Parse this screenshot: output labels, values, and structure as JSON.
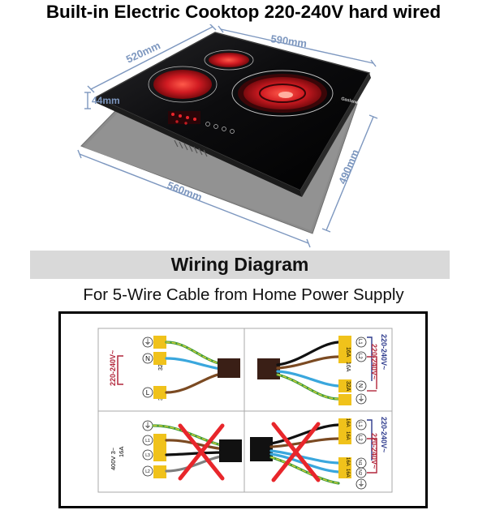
{
  "title": "Built-in Electric Cooktop 220-240V hard wired",
  "dimensions": {
    "width": "590mm",
    "depth": "520mm",
    "height": "44mm",
    "cutout_width": "560mm",
    "cutout_depth": "490mm"
  },
  "cooktop": {
    "brand": "Gasland"
  },
  "wiring": {
    "heading": "Wiring Diagram",
    "subtitle": "For 5-Wire Cable from Home Power Supply",
    "panels": [
      {
        "voltage": "220-240V~",
        "terminals": [
          "⏚",
          "N",
          "L"
        ],
        "ratings": [
          "32A",
          "32A"
        ],
        "valid": true
      },
      {
        "voltages": [
          "220-240V~",
          "220-240V~"
        ],
        "terminals": [
          "L1",
          "L2",
          "N",
          "⏚"
        ],
        "ratings": [
          "16A",
          "16A",
          "32A"
        ],
        "valid": true
      },
      {
        "voltage_line1": "400V 3~",
        "voltage_line2": "16A",
        "terminals": [
          "⏚",
          "L1",
          "L3",
          "L2"
        ],
        "valid": false
      },
      {
        "voltages": [
          "220-240V~",
          "220-240V~"
        ],
        "terminals": [
          "L1",
          "L2",
          "N1",
          "N2",
          "⏚"
        ],
        "ratings": [
          "16A",
          "16A",
          "16A",
          "16A"
        ],
        "valid": false
      }
    ]
  },
  "colors": {
    "voltage_red": "#b2263b",
    "voltage_blue": "#2d3a8c",
    "cross_red": "#e8262b",
    "glow": "#e8252b",
    "cooktop_glass": "#0d0d0f",
    "cutout_plate": "#8a8a8a"
  }
}
